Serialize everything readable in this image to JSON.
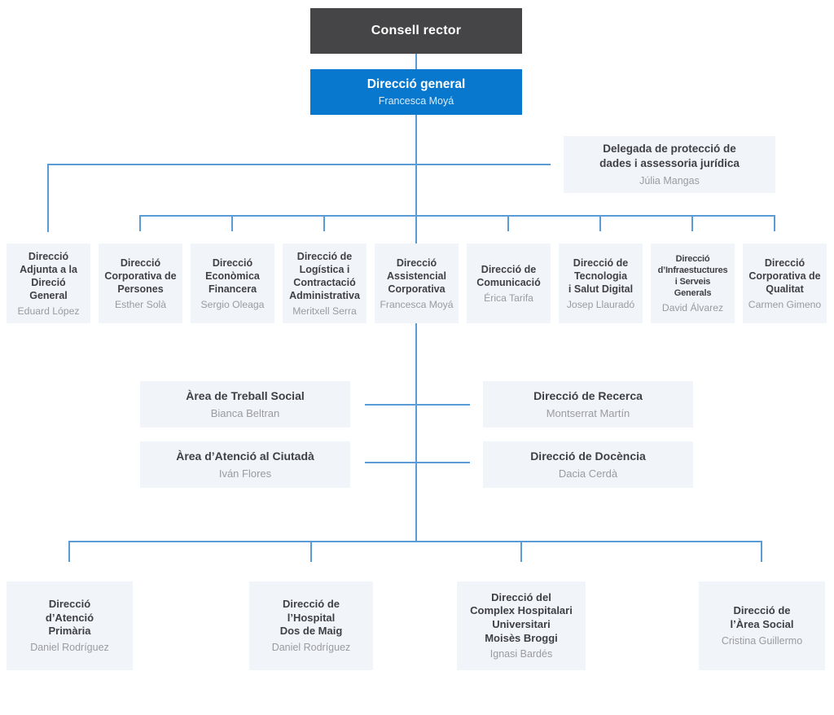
{
  "colors": {
    "root_box": "#454547",
    "general_box": "#0778cd",
    "light_box": "#f1f4f8",
    "connector_line": "#5b9bd5",
    "title_text": "#3f3f44",
    "name_text": "#9b9ba1"
  },
  "org": {
    "root": {
      "title": "Consell rector"
    },
    "general": {
      "title": "Direcció general",
      "name": "Francesca Moyá"
    },
    "staff": {
      "title": "Delegada de protecció de\ndades i assessoria jurídica",
      "name": "Júlia Mangas"
    },
    "level2": [
      {
        "title": "Direcció\nAdjunta a la\nDireció General",
        "name": "Eduard López"
      },
      {
        "title": "Direcció\nCorporativa de\nPersones",
        "name": "Esther Solà"
      },
      {
        "title": "Direcció\nEconòmica\nFinancera",
        "name": "Sergio Oleaga"
      },
      {
        "title": "Direcció de\nLogística i\nContractació\nAdministrativa",
        "name": "Meritxell Serra"
      },
      {
        "title": "Direcció\nAssistencial\nCorporativa",
        "name": "Francesca Moyá"
      },
      {
        "title": "Direcció de\nComunicació",
        "name": "Érica Tarifa"
      },
      {
        "title": "Direcció de\nTecnologia\ni Salut Digital",
        "name": "Josep Llauradó"
      },
      {
        "title": "Direcció\nd’Infraestuctures\ni Serveis Generals",
        "name": "David Álvarez"
      },
      {
        "title": "Direcció\nCorporativa de\nQualitat",
        "name": "Carmen Gimeno"
      }
    ],
    "level3": [
      {
        "title": "Àrea de Treball Social",
        "name": "Bianca Beltran"
      },
      {
        "title": "Direcció de Recerca",
        "name": "Montserrat Martín"
      },
      {
        "title": "Àrea d’Atenció al Ciutadà",
        "name": "Iván Flores"
      },
      {
        "title": "Direcció de Docència",
        "name": "Dacia Cerdà"
      }
    ],
    "level4": [
      {
        "title": "Direcció\nd’Atenció\nPrimària",
        "name": "Daniel Rodríguez"
      },
      {
        "title": "Direcció de\nl’Hospital\nDos de Maig",
        "name": "Daniel Rodríguez"
      },
      {
        "title": "Direcció del\nComplex Hospitalari\nUniversitari\nMoisès Broggi",
        "name": "Ignasi Bardés"
      },
      {
        "title": "Direcció de\nl’Àrea Social",
        "name": "Cristina Guillermo"
      }
    ]
  }
}
